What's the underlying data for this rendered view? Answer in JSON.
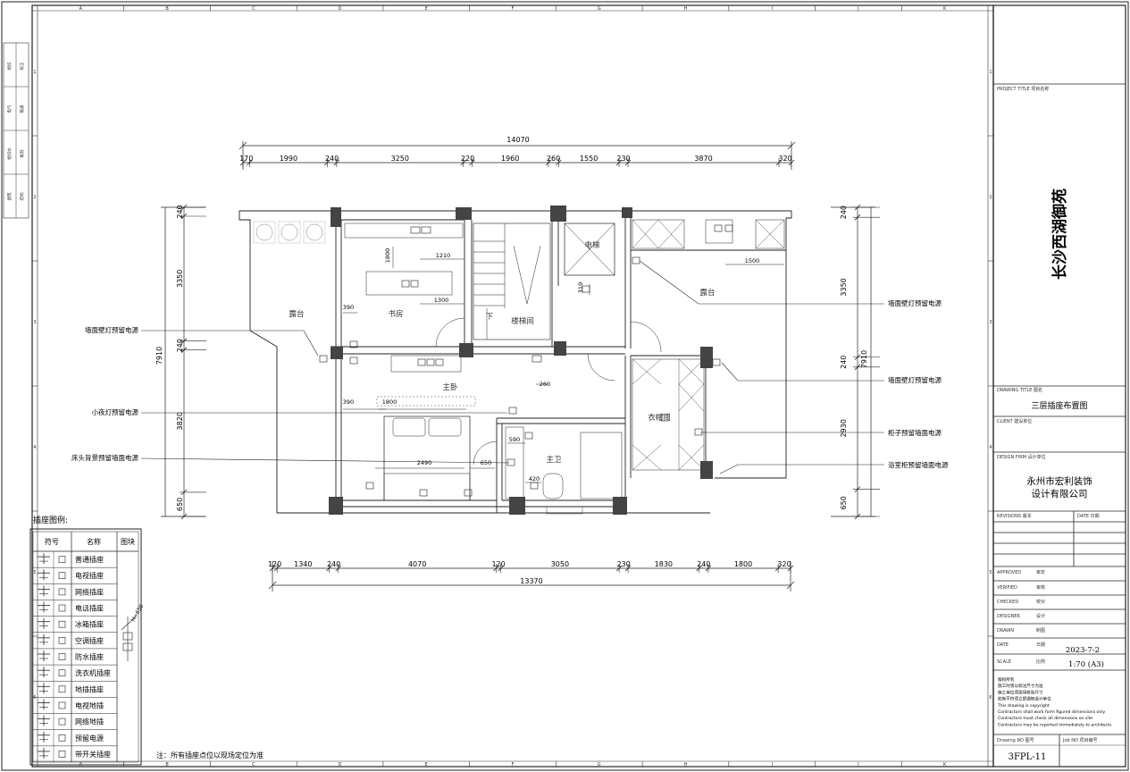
{
  "grid": {
    "columns": [
      "A",
      "B",
      "C",
      "D",
      "E",
      "F",
      "G",
      "H",
      "I",
      "J",
      "K"
    ],
    "rows": [
      "1",
      "2",
      "3",
      "4",
      "5",
      "6"
    ]
  },
  "left_strip": {
    "labels": [
      "给排",
      "校正",
      "电气",
      "暖通",
      "给排水",
      "规划",
      "建筑",
      "结构"
    ]
  },
  "dimensions": {
    "top_total": "14070",
    "top_segments": [
      "170",
      "1990",
      "240",
      "3250",
      "220",
      "1960",
      "260",
      "1550",
      "230",
      "3870",
      "320"
    ],
    "bottom_total": "13370",
    "bottom_segments": [
      "120",
      "1340",
      "240",
      "4070",
      "120",
      "3050",
      "230",
      "1830",
      "240",
      "1800",
      "320"
    ],
    "left_total": "7910",
    "left_segments": [
      "240",
      "3350",
      "240",
      "3820",
      "650"
    ],
    "right_total": "7910",
    "right_segments": [
      "240",
      "3350",
      "240",
      "2930",
      "650"
    ],
    "inner": [
      "1800",
      "1210",
      "1300",
      "390",
      "310",
      "260",
      "390",
      "1800",
      "590",
      "2490",
      "650",
      "420",
      "1500"
    ]
  },
  "rooms": {
    "terrace_left": "露台",
    "study": "书房",
    "stair_down": "下",
    "stairwell": "楼梯间",
    "elevator": "电梯",
    "terrace_right": "露台",
    "master_bedroom": "主卧",
    "wardrobe": "衣帽间",
    "master_bath": "主卫"
  },
  "callouts": {
    "left": [
      "墙面壁灯预留电源",
      "小夜灯预留电源",
      "床头背景预留墙面电源"
    ],
    "right": [
      "墙面壁灯预留电源",
      "墙面壁灯预留电源",
      "柜子预留墙面电源",
      "浴室柜预留墙面电源"
    ]
  },
  "legend": {
    "title": "插座图例:",
    "headers": [
      "符号",
      "名称",
      "图块"
    ],
    "items": [
      "普通插座",
      "电视插座",
      "网络插座",
      "电话插座",
      "冰箱插座",
      "空调插座",
      "防水插座",
      "洗衣机插座",
      "地插插座",
      "电视地插",
      "网络地插",
      "预留电源",
      "带开关插座"
    ],
    "block_label": "H=650"
  },
  "note": "注：所有插座点位以现场定位为准",
  "title_block": {
    "project_title_label": "PROJECT TITLE  项目名称",
    "project_name": "长沙西湖御苑",
    "drawing_title_label": "DRAWING TITLE  图名",
    "drawing_name": "三层插座布置图",
    "client_label": "CLIENT  建设单位",
    "design_firm_label": "DESIGN FIRM  设计单位",
    "firm_line1": "永州市宏利装饰",
    "firm_line2": "设计有限公司",
    "revisions_label": "REVISIONS  版本",
    "date_col_label": "DATE  日期",
    "rows": [
      {
        "en": "APPROVED",
        "cn": "审定"
      },
      {
        "en": "VERIFIED",
        "cn": "审核"
      },
      {
        "en": "CHECKED",
        "cn": "校对"
      },
      {
        "en": "DESIGNER",
        "cn": "设计"
      },
      {
        "en": "DRAWN",
        "cn": "制图"
      }
    ],
    "date_label": "DATE",
    "date_cn": "日期",
    "date_value": "2023-7-2",
    "scale_label": "SCALE",
    "scale_cn": "比例",
    "scale_value": "1:70  (A3)",
    "copyright": [
      "版权所有",
      "施工时须以标注尺寸为准",
      "施工单位须现场校验尺寸",
      "如有不符须立即通知设计单位",
      "This drawing is copyright",
      "Contractors shall work form figured dimensions only",
      "Contractors must check all dimensions on site",
      "Contractors may be reported immediately to architects"
    ],
    "drawing_no_label": "Drawing NO  图号",
    "job_no_label": "Job NO  项目编号",
    "drawing_no": "3FPL-11"
  }
}
